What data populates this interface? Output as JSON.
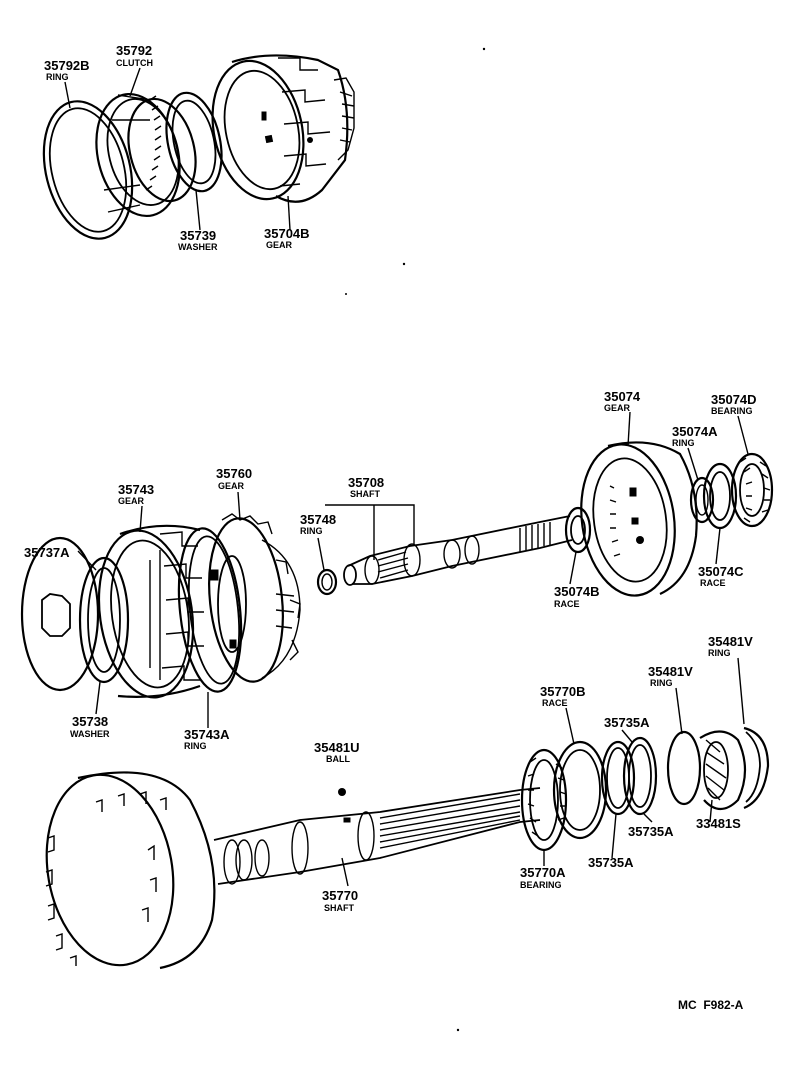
{
  "parts": [
    {
      "id": "p1",
      "number": "35792B",
      "name": "RING"
    },
    {
      "id": "p2",
      "number": "35792",
      "name": "CLUTCH"
    },
    {
      "id": "p3",
      "number": "35739",
      "name": "WASHER"
    },
    {
      "id": "p4",
      "number": "35704B",
      "name": "GEAR"
    },
    {
      "id": "p5",
      "number": "35074",
      "name": "GEAR"
    },
    {
      "id": "p6",
      "number": "35074D",
      "name": "BEARING"
    },
    {
      "id": "p7",
      "number": "35074A",
      "name": "RING"
    },
    {
      "id": "p8",
      "number": "35708",
      "name": "SHAFT"
    },
    {
      "id": "p9",
      "number": "35760",
      "name": "GEAR"
    },
    {
      "id": "p10",
      "number": "35743",
      "name": "GEAR"
    },
    {
      "id": "p11",
      "number": "35748",
      "name": "RING"
    },
    {
      "id": "p12",
      "number": "35737A",
      "name": ""
    },
    {
      "id": "p13",
      "number": "35074B",
      "name": "RACE"
    },
    {
      "id": "p14",
      "number": "35074C",
      "name": "RACE"
    },
    {
      "id": "p15",
      "number": "35481V",
      "name": "RING"
    },
    {
      "id": "p16",
      "number": "35481V",
      "name": "RING"
    },
    {
      "id": "p17",
      "number": "35770B",
      "name": "RACE"
    },
    {
      "id": "p18",
      "number": "35738",
      "name": "WASHER"
    },
    {
      "id": "p19",
      "number": "35743A",
      "name": "RING"
    },
    {
      "id": "p20",
      "number": "35735A",
      "name": ""
    },
    {
      "id": "p21",
      "number": "35481U",
      "name": "BALL"
    },
    {
      "id": "p22",
      "number": "35735A",
      "name": ""
    },
    {
      "id": "p23",
      "number": "33481S",
      "name": ""
    },
    {
      "id": "p24",
      "number": "35770A",
      "name": "BEARING"
    },
    {
      "id": "p25",
      "number": "35735A",
      "name": ""
    },
    {
      "id": "p26",
      "number": "35770",
      "name": "SHAFT"
    }
  ],
  "figure_code": "MC  F982-A"
}
